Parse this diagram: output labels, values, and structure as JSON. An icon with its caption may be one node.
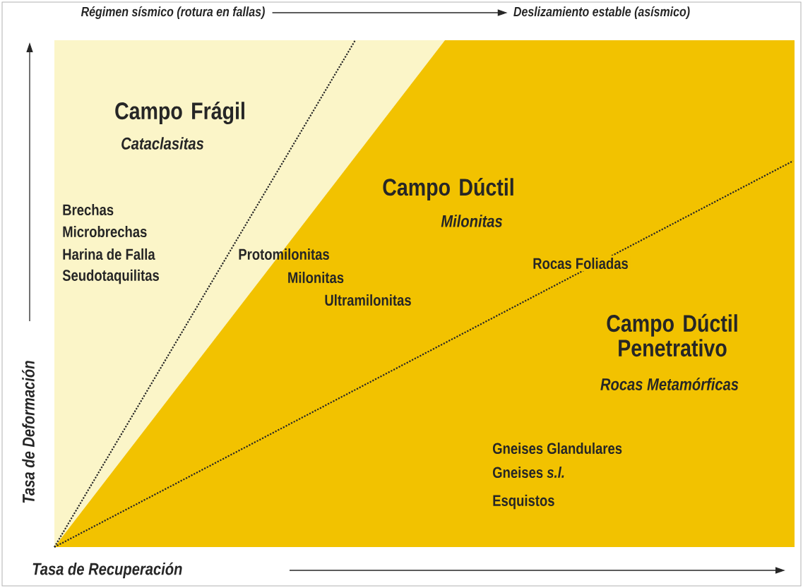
{
  "diagram": {
    "nodes": [
      {
        "text": [
          "Régimen sísmico (rotura en fallas)"
        ]
      },
      {
        "text": [
          "Deslizamiento estable (asísmico)"
        ]
      }
    ],
    "edges": [
      {
        "from": 0,
        "to": 1,
        "arrow": "to"
      }
    ],
    "labels": [
      "Campo Frágil",
      "Cataclasitas",
      "Brechas",
      "Microbrechas",
      "Harina de Falla",
      "Seudotaquilitas",
      "Campo Dúctil",
      "Milonitas",
      "Protomilonitas",
      "Milonitas",
      "Ultramilonitas",
      "Rocas Foliadas",
      "Campo Dúctil Penetrativo",
      "Rocas Metamórficas",
      "Gneises Glandulares",
      "Gneises *s.l.*",
      "Esquistos",
      "Tasa de Deformación",
      "Tasa de Recuperación"
    ]
  }
}
